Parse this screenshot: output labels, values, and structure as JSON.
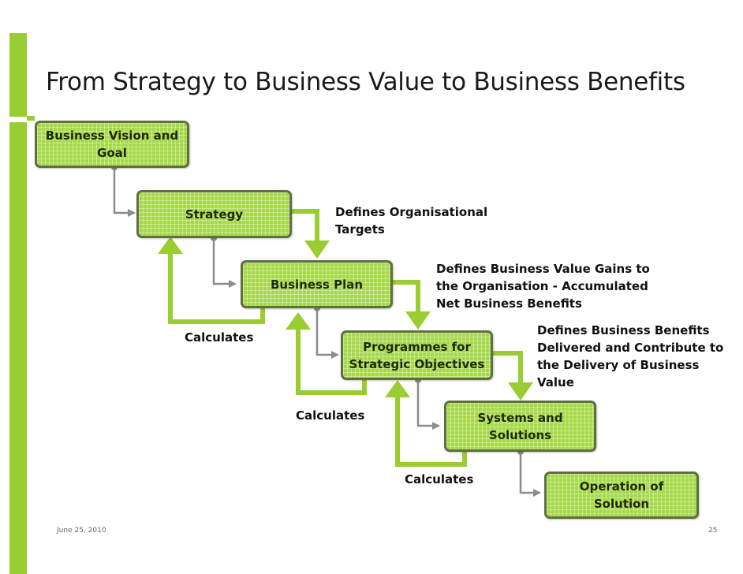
{
  "title": "From Strategy to Business Value to Business Benefits",
  "boxes": {
    "vision": "Business Vision and Goal",
    "strategy": "Strategy",
    "business_plan": "Business Plan",
    "programmes": "Programmes for Strategic Objectives",
    "systems": "Systems and Solutions",
    "operation": "Operation of Solution"
  },
  "labels": {
    "defines_targets": "Defines Organisational Targets",
    "defines_value": "Defines Business Value Gains to the Organisation - Accumulated Net Business Benefits",
    "defines_benefits": "Defines Business Benefits Delivered and Contribute to the Delivery of Business Value",
    "calc1": "Calculates",
    "calc2": "Calculates",
    "calc3": "Calculates"
  },
  "footer": {
    "date": "June 25, 2010",
    "page": "25"
  },
  "colors": {
    "accent": "#9acd32",
    "box_fill": "#a6d84a",
    "box_border": "#5f6f3f",
    "connector": "#8c8c8c"
  }
}
